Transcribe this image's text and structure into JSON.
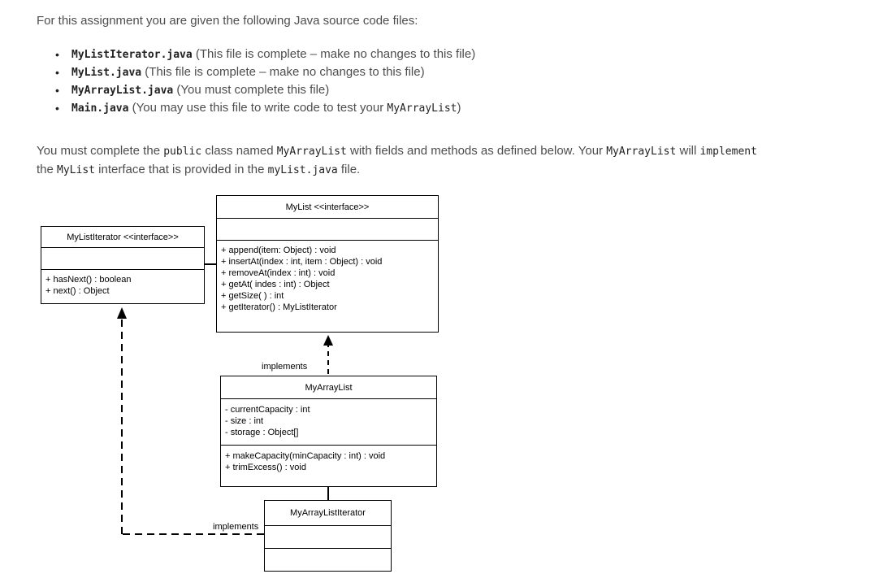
{
  "intro": "For this assignment you are given the following Java source code files:",
  "files": [
    {
      "name": "MyListIterator.java",
      "note": " (This file is complete – make no changes to this file)"
    },
    {
      "name": "MyList.java",
      "note": " (This file is complete – make no changes to this file)"
    },
    {
      "name": "MyArrayList.java",
      "note": " (You must complete this file)"
    },
    {
      "name": "Main.java",
      "note_a": " (You may use this file to write code to test your ",
      "code": "MyArrayList",
      "note_b": ")"
    }
  ],
  "para": {
    "p1": "You must complete the ",
    "c1": "public",
    "p2": " class named ",
    "c2": "MyArrayList",
    "p3": " with fields and methods as defined below. Your ",
    "c3": "MyArrayList",
    "p4": " will ",
    "c4": "implement",
    "p5": "the ",
    "c5": "MyList",
    "p6": " interface that is provided in the ",
    "c6": "myList.java",
    "p7": " file."
  },
  "diagram": {
    "mylist": {
      "title": "MyList <<interface>>",
      "methods": [
        "+ append(item: Object) : void",
        "+ insertAt(index : int, item : Object) : void",
        "+ removeAt(index : int) : void",
        "+ getAt( indes : int) : Object",
        "+ getSize( ) : int",
        "+ getIterator() : MyListIterator"
      ]
    },
    "iterator": {
      "title": "MyListIterator <<interface>>",
      "methods": [
        "+ hasNext() : boolean",
        "+ next() : Object"
      ]
    },
    "arraylist": {
      "title": "MyArrayList",
      "fields": [
        "- currentCapacity : int",
        "- size : int",
        "- storage : Object[]"
      ],
      "methods": [
        "+ makeCapacity(minCapacity : int) : void",
        "+ trimExcess() : void"
      ]
    },
    "arraylistiterator": {
      "title": "MyArrayListIterator"
    },
    "label_implements_1": "implements",
    "label_implements_2": "implements"
  }
}
